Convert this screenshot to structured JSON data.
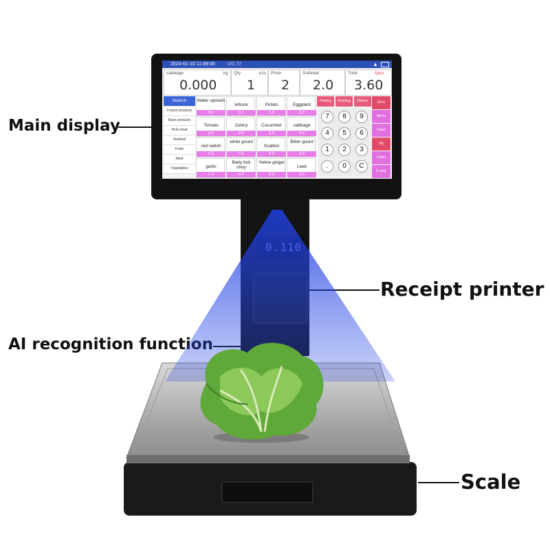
{
  "callouts": {
    "main_display": "Main display",
    "receipt_printer": "Receipt printer",
    "ai_recognition": "AI recognition function",
    "scale": "Scale"
  },
  "led_display": "0.110",
  "screen": {
    "status": {
      "datetime": "2024-01-10 11:09:00",
      "version": "v20.72"
    },
    "readouts": {
      "item": "cabbage",
      "weight": "0.000",
      "weight_unit": "kg",
      "qty_label": "Qty",
      "qty": "1",
      "qty_unit": "pcs",
      "price_label": "Price",
      "price": "2",
      "subtotal_label": "Subtotal",
      "subtotal": "2.0",
      "total_label": "Total",
      "total_badge": "1pcs",
      "total": "3.60"
    },
    "categories": [
      "Search",
      "Frozen products",
      "Bean products",
      "Pork meat",
      "Seafood",
      "Fruits",
      "Meat",
      "Vegetables"
    ],
    "products": [
      {
        "name": "Water spinach",
        "price": "0.0"
      },
      {
        "name": "lettuce",
        "price": "0.0"
      },
      {
        "name": "Potato",
        "price": "0.0"
      },
      {
        "name": "Eggplant",
        "price": "0.0"
      },
      {
        "name": "Tomato",
        "price": "0.0"
      },
      {
        "name": "Celery",
        "price": "0.0"
      },
      {
        "name": "Cucumber",
        "price": "0.0"
      },
      {
        "name": "cabbage",
        "price": "0.0"
      },
      {
        "name": "red radish",
        "price": "0.0"
      },
      {
        "name": "white gourd",
        "price": "0.0"
      },
      {
        "name": "Scallion",
        "price": "0.0"
      },
      {
        "name": "Bitter gourd",
        "price": "0.0"
      },
      {
        "name": "garlic",
        "price": "0.0"
      },
      {
        "name": "Baby bok choy",
        "price": "0.0"
      },
      {
        "name": "Yellow ginger",
        "price": "0.0"
      },
      {
        "name": "Leek",
        "price": "0.0"
      }
    ],
    "function_keys": [
      "Peeling",
      "Pending",
      "Return"
    ],
    "keypad": [
      "7",
      "8",
      "9",
      "4",
      "5",
      "6",
      "1",
      "2",
      "3",
      ".",
      "0",
      "C"
    ],
    "side_keys": [
      "Zero",
      "Menu",
      "Clear",
      "Ok",
      "Cash",
      "E-pay"
    ]
  }
}
